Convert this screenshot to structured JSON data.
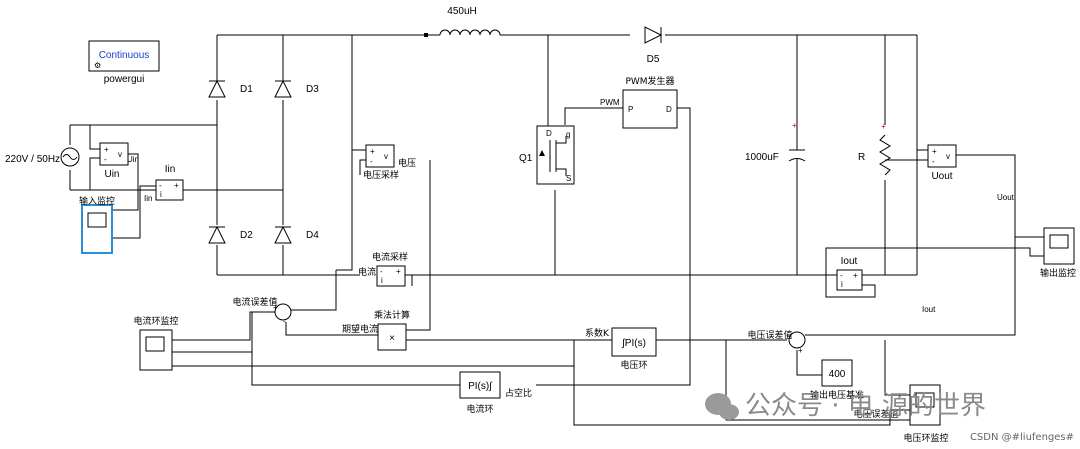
{
  "diagram": {
    "powergui": {
      "mode": "Continuous",
      "name": "powergui"
    },
    "source": {
      "label": "220V / 50Hz"
    },
    "inductor": {
      "label": "450uH"
    },
    "diodes": {
      "d1": "D1",
      "d2": "D2",
      "d3": "D3",
      "d4": "D4",
      "d5": "D5"
    },
    "mosfet": {
      "label": "Q1",
      "g": "g",
      "d": "D",
      "s": "S"
    },
    "pwm": {
      "title": "PWM发生器",
      "in_label": "PWM",
      "port_p": "P",
      "port_d": "D"
    },
    "capacitor": {
      "label": "1000uF",
      "plus": "+"
    },
    "resistor": {
      "label": "R",
      "plus": "+"
    },
    "sensors": {
      "uin": {
        "name": "Uin",
        "port": "v",
        "out": "Uin"
      },
      "iin": {
        "name": "Iin",
        "port": "i",
        "out_top": "Iin",
        "out_bottom": "Iin"
      },
      "vsample": {
        "name": "电压采样",
        "port": "v",
        "out": "电压"
      },
      "isample": {
        "name": "电流采样",
        "port": "i",
        "out": "电流"
      },
      "uout": {
        "name": "Uout",
        "port": "v",
        "out": "Uout"
      },
      "iout": {
        "name": "Iout",
        "port": "i",
        "out": "Iout"
      }
    },
    "scopes": {
      "input": "输入监控",
      "output": "输出监控",
      "current": "电流环监控",
      "voltage": "电压环监控"
    },
    "mult": {
      "title": "乘法计算",
      "symbol": "×",
      "out_label": "期望电流",
      "in_label": "系数K"
    },
    "pi_current": {
      "text": "PI(s)∫",
      "name": "电流环",
      "out_label": "占空比"
    },
    "pi_voltage": {
      "text": "∫PI(s)",
      "name": "电压环"
    },
    "sum_current": {
      "label": "电流误差值"
    },
    "sum_voltage": {
      "label": "电压误差值"
    },
    "const": {
      "value": "400",
      "label": "输出电压基准"
    },
    "voltage_err_label": "电压误差值",
    "watermark": "公众号 · 电 源的世界",
    "csdn": "CSDN @#liufenges#"
  }
}
